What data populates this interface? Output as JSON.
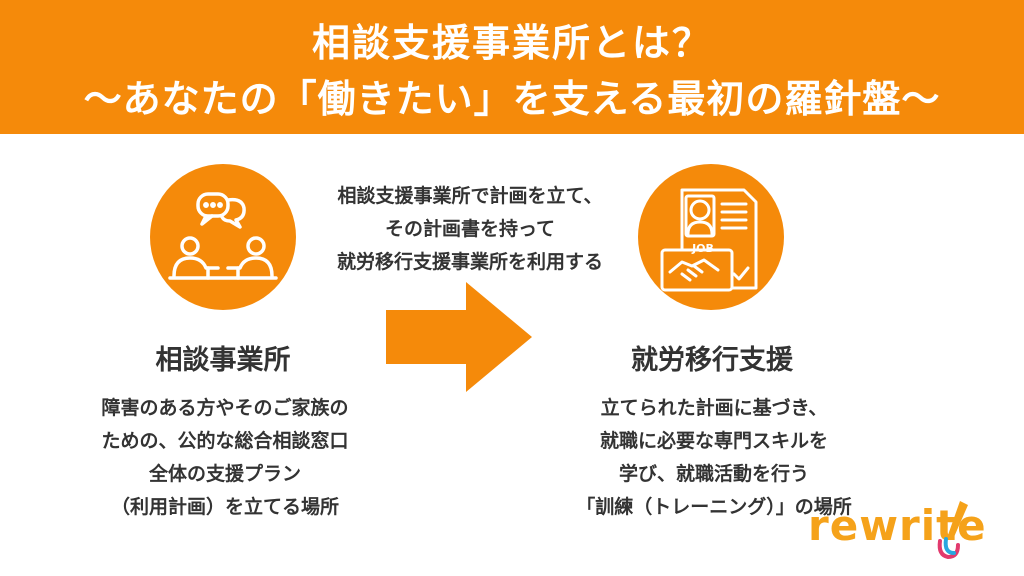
{
  "header": {
    "title_line1": "相談支援事業所とは？",
    "title_line2": "〜あなたの「働きたい」を支える最初の羅針盤〜"
  },
  "middle": {
    "line1": "相談支援事業所で計画を立て、",
    "line2": "その計画書を持って",
    "line3": "就労移行支援事業所を利用する"
  },
  "left": {
    "title": "相談事業所",
    "desc_line1": "障害のある方やそのご家族の",
    "desc_line2": "ための、公的な総合相談窓口",
    "desc_line3": "全体の支援プラン",
    "desc_line4": "（利用計画）を立てる場所"
  },
  "right": {
    "title": "就労移行支援",
    "desc_line1": "立てられた計画に基づき、",
    "desc_line2": "就職に必要な専門スキルを",
    "desc_line3": "学び、就職活動を行う",
    "desc_line4": "「訓練（トレーニング）」の場所",
    "job_badge": "JOB"
  },
  "logo": {
    "text": "rewrite"
  },
  "colors": {
    "accent": "#f58a0a",
    "text": "#333333"
  },
  "icons": {
    "left_circle": "consultation-people-icon",
    "right_circle": "job-handshake-icon",
    "arrow": "right-arrow-icon"
  }
}
